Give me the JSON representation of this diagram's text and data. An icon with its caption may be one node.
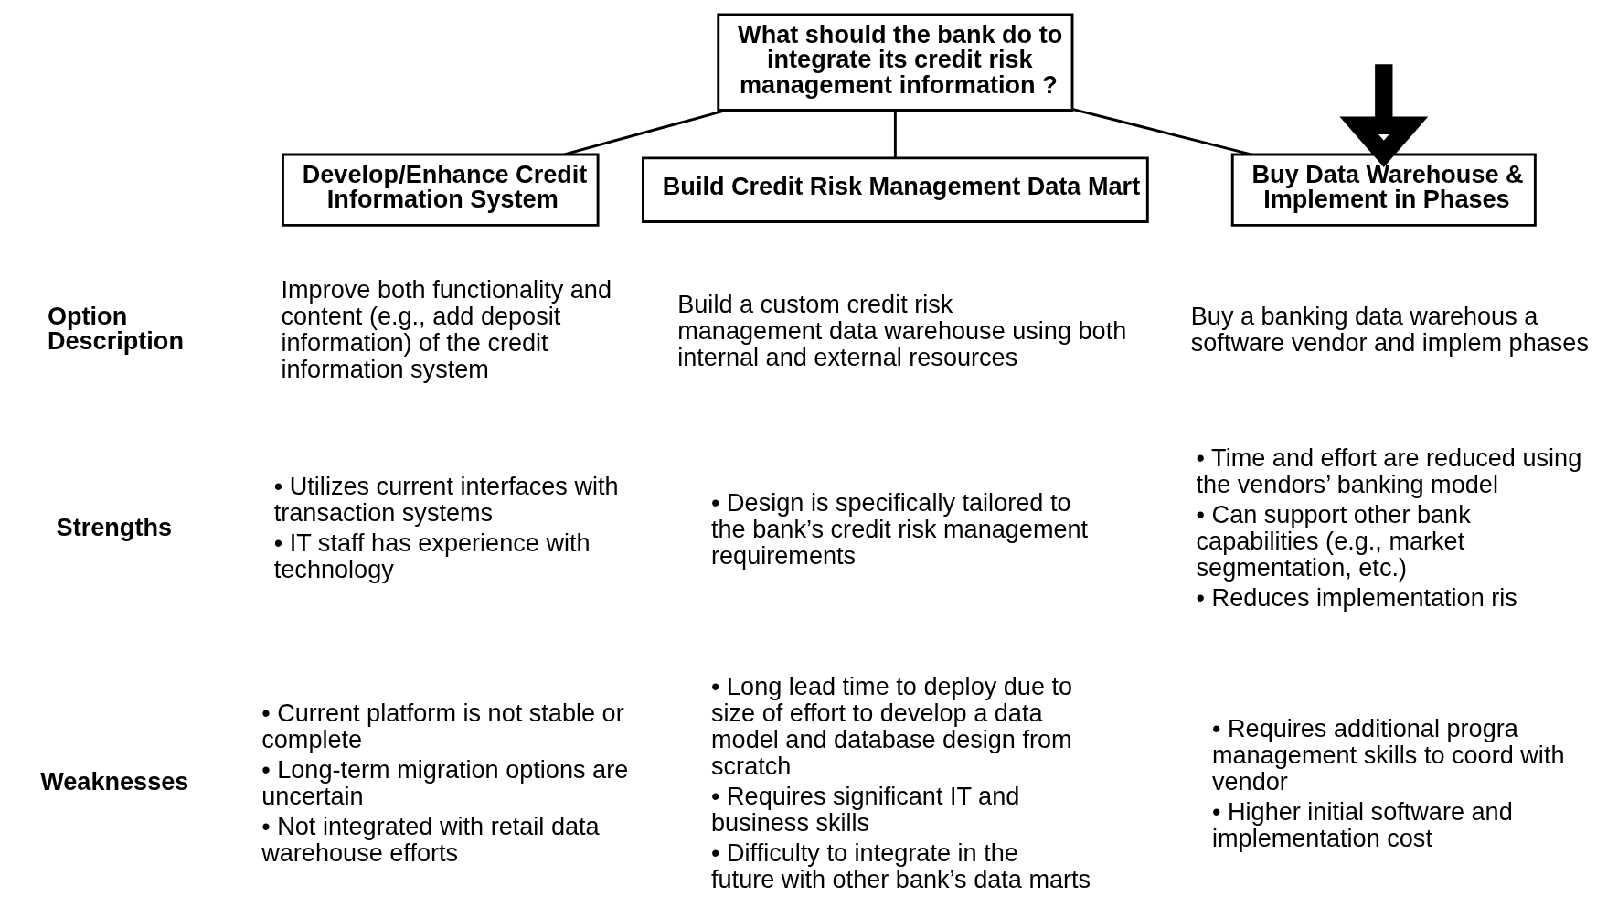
{
  "diagram": {
    "nodes": [
      {
        "text": [
          "What should the bank do to integrate its credit risk management information ?"
        ]
      },
      {
        "text": [
          "Develop/Enhance Credit Information System"
        ]
      },
      {
        "text": [
          "Build Credit Risk Management Data Mart"
        ]
      },
      {
        "text": [
          "Buy Data Warehouse & Implement in Phases"
        ]
      }
    ],
    "edges": [
      {
        "from": 0,
        "to": 1,
        "arrow": "none"
      },
      {
        "from": 0,
        "to": 2,
        "arrow": "none"
      },
      {
        "from": 0,
        "to": 3,
        "arrow": "none"
      },
      {
        "from": null,
        "to": 3,
        "arrow": "to",
        "style": "thick"
      }
    ],
    "labels": [
      "Option Description",
      "Improve both functionality and content (e.g., add deposit information) of the credit information system",
      "Build a custom credit risk management data warehouse using both internal and external resources",
      "Buy a banking data warehous a software vendor and implem phases",
      "Strengths",
      "• Utilizes current interfaces with transaction systems",
      "• IT staff has experience with technology",
      "• Design is specifically tailored to the bank’s credit risk management requirements",
      "• Time and effort are reduced using the vendors’ banking model",
      "• Can support other bank capabilities (e.g., market segmentation, etc.)",
      "• Reduces implementation ris",
      "Weaknesses",
      "• Current platform is not stable or complete",
      "• Long-term migration options are uncertain",
      "• Not integrated with retail data warehouse efforts",
      "• Long lead time to deploy due to size of effort to develop a data model and database design from scratch",
      "• Requires significant IT and business skills",
      "• Difficulty to integrate in the future with other bank’s data marts",
      "• Requires additional progra management skills to coord with vendor",
      "• Higher initial software and implementation cost"
    ]
  }
}
